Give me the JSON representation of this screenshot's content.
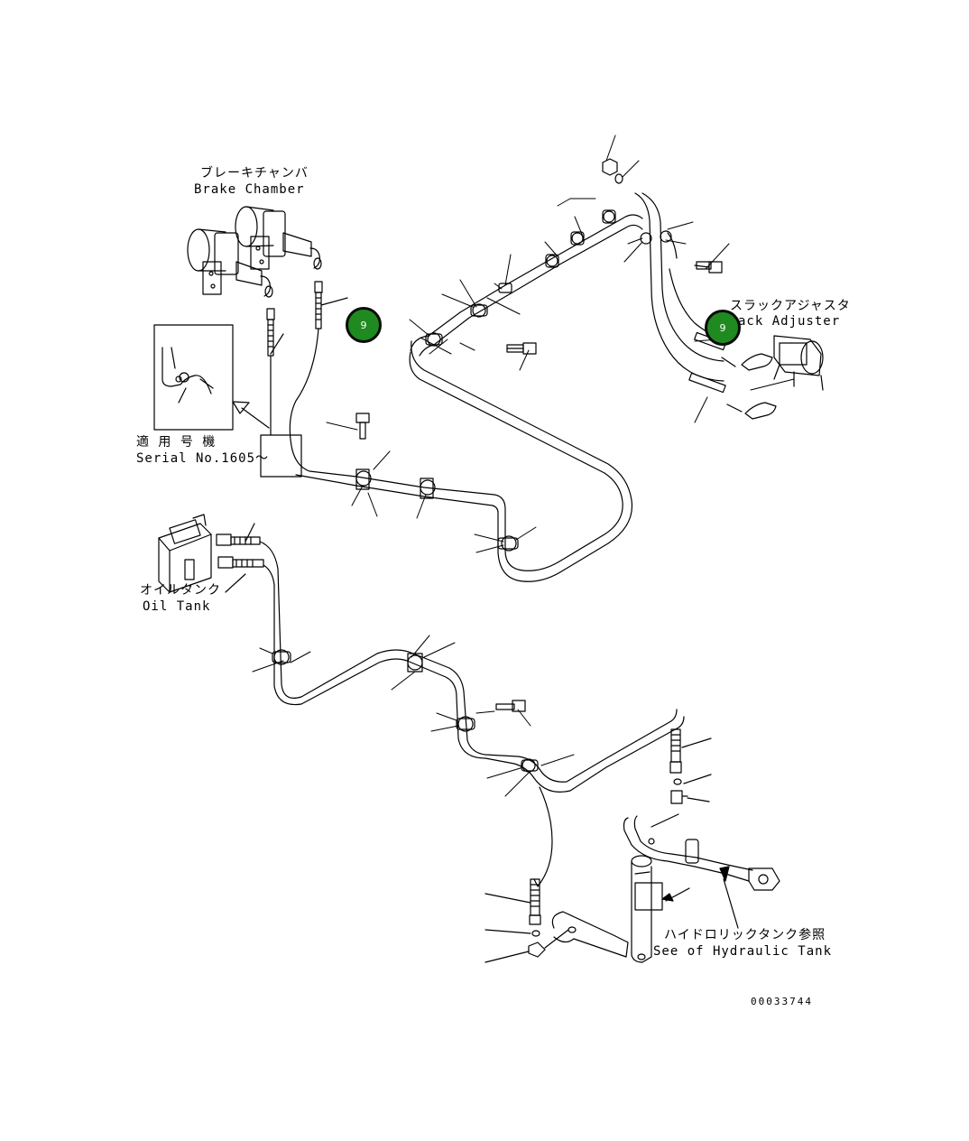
{
  "labels": {
    "brake_chamber_jp": "ブレーキチャンバ",
    "brake_chamber_en": "Brake Chamber",
    "applicable_jp": "適 用 号 機",
    "serial": "Serial No.1605～",
    "slack_adjuster_jp": "スラックアジャスタ",
    "slack_adjuster_en": "ack Adjuster",
    "oil_tank_jp": "オイルタンク",
    "oil_tank_en": "Oil Tank",
    "hydraulic_tank_jp": "ハイドロリックタンク参照",
    "hydraulic_tank_en": "See of Hydraulic Tank",
    "drawing_number": "00033744"
  },
  "callouts": [
    {
      "id": "callout-1",
      "text": "9",
      "color": "#1f8a1f"
    },
    {
      "id": "callout-2",
      "text": "9",
      "color": "#1f8a1f"
    }
  ]
}
